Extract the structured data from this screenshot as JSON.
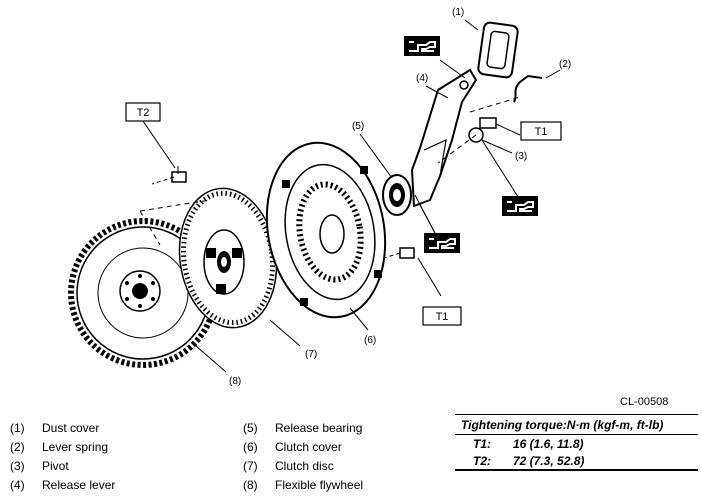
{
  "callouts": {
    "c1": "(1)",
    "c2": "(2)",
    "c3": "(3)",
    "c4": "(4)",
    "c5": "(5)",
    "c6": "(6)",
    "c7": "(7)",
    "c8": "(8)"
  },
  "torque_boxes": {
    "t1_upper": "T1",
    "t1_lower": "T1",
    "t2": "T2"
  },
  "lube_icon": "grease-symbol-icon",
  "figure_code": "CL-00508",
  "legend": [
    {
      "num": "(1)",
      "label": "Dust cover"
    },
    {
      "num": "(2)",
      "label": "Lever spring"
    },
    {
      "num": "(3)",
      "label": "Pivot"
    },
    {
      "num": "(4)",
      "label": "Release lever"
    },
    {
      "num": "(5)",
      "label": "Release bearing"
    },
    {
      "num": "(6)",
      "label": "Clutch cover"
    },
    {
      "num": "(7)",
      "label": "Clutch disc"
    },
    {
      "num": "(8)",
      "label": "Flexible flywheel"
    }
  ],
  "torque": {
    "header": "Tightening torque:N·m (kgf-m, ft-lb)",
    "rows": [
      {
        "key": "T1:",
        "value": "16 (1.6, 11.8)"
      },
      {
        "key": "T2:",
        "value": "72 (7.3, 52.8)"
      }
    ]
  }
}
